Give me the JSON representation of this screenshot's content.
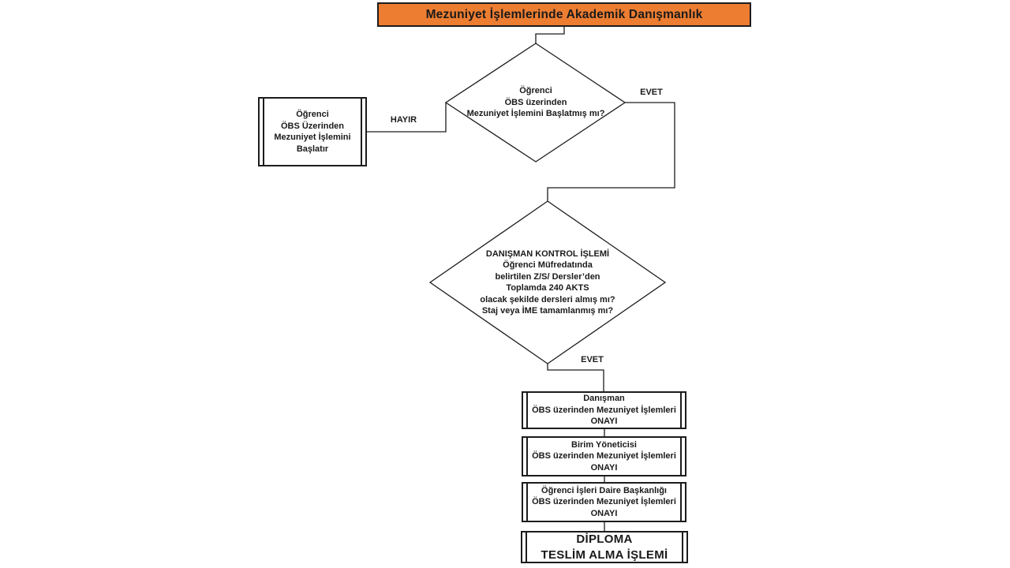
{
  "title": "Mezuniyet İşlemlerinde Akademik Danışmanlık",
  "colors": {
    "title_bg": "#ED7D31",
    "line": "#1c1c1c",
    "text": "#1a1a1a",
    "background": "#ffffff"
  },
  "connector_labels": {
    "evet_top": "EVET",
    "hayir": "HAYIR",
    "evet_bottom": "EVET"
  },
  "nodes": {
    "decision_started": {
      "type": "decision",
      "text": "Öğrenci\nÖBS üzerinden\nMezuniyet İşlemini Başlatmış mı?"
    },
    "process_start": {
      "type": "predefined-process",
      "text": "Öğrenci\nÖBS Üzerinden\nMezuniyet İşlemini\nBaşlatır"
    },
    "decision_advisor_check": {
      "type": "decision",
      "text": "DANIŞMAN KONTROL İŞLEMİ\nÖğrenci Müfredatında\nbelirtilen Z/S/ Dersler’den\nToplamda 240 AKTS\nolacak şekilde dersleri almış mı?\nStaj veya İME tamamlanmış mı?"
    },
    "approval_advisor": {
      "type": "predefined-process",
      "text": "Danışman\nÖBS üzerinden Mezuniyet İşlemleri\nONAYI"
    },
    "approval_unit_manager": {
      "type": "predefined-process",
      "text": "Birim Yöneticisi\nÖBS üzerinden Mezuniyet İşlemleri\nONAYI"
    },
    "approval_registrar": {
      "type": "predefined-process",
      "text": "Öğrenci İşleri Daire Başkanlığı\nÖBS üzerinden Mezuniyet İşlemleri\nONAYI"
    },
    "diploma": {
      "type": "predefined-process",
      "text": "DİPLOMA\nTESLİM ALMA İŞLEMİ"
    }
  }
}
